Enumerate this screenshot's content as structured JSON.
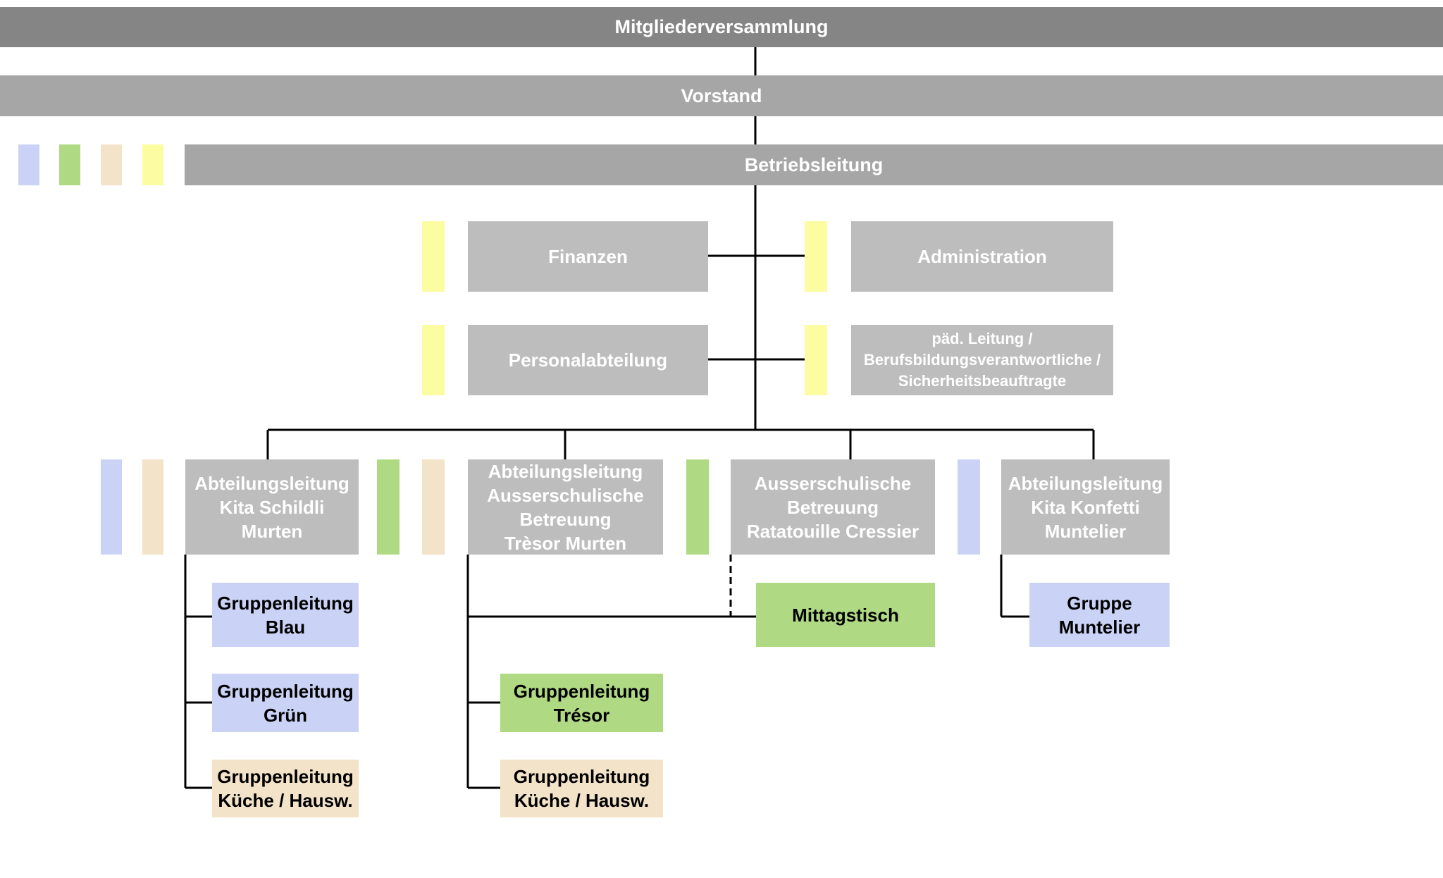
{
  "colors": {
    "top_bar": "#858585",
    "bar": "#a6a6a6",
    "box_grey": "#bdbdbd",
    "blue": "#cad3f5",
    "green": "#b0d983",
    "beige": "#f3e3c8",
    "yellow": "#fcfca0",
    "line": "#000000"
  },
  "levels": {
    "assembly": "Mitgliederversammlung",
    "board": "Vorstand",
    "management": "Betriebsleitung"
  },
  "staff": {
    "finance": "Finanzen",
    "administration": "Administration",
    "hr": "Personalabteilung",
    "pedagogy": "päd. Leitung /\nBerufsbildungsverantwortliche /\nSicherheitsbeauftragte"
  },
  "departments": {
    "kita_schildli": "Abteilungsleitung\nKita Schildli\nMurten",
    "tresor": "Abteilungsleitung\nAusserschulische\nBetreuung\nTrèsor Murten",
    "ratatouille": "Ausserschulische\nBetreuung\nRatatouille Cressier",
    "konfetti": "Abteilungsleitung\nKita Konfetti\nMuntelier"
  },
  "groups": {
    "blau": "Gruppenleitung\nBlau",
    "gruen": "Gruppenleitung\nGrün",
    "kueche_1": "Gruppenleitung\nKüche / Hausw.",
    "mittagstisch": "Mittagstisch",
    "muntelier": "Gruppe\nMuntelier",
    "tresor": "Gruppenleitung\nTrésor",
    "kueche_2": "Gruppenleitung\nKüche / Hausw."
  }
}
